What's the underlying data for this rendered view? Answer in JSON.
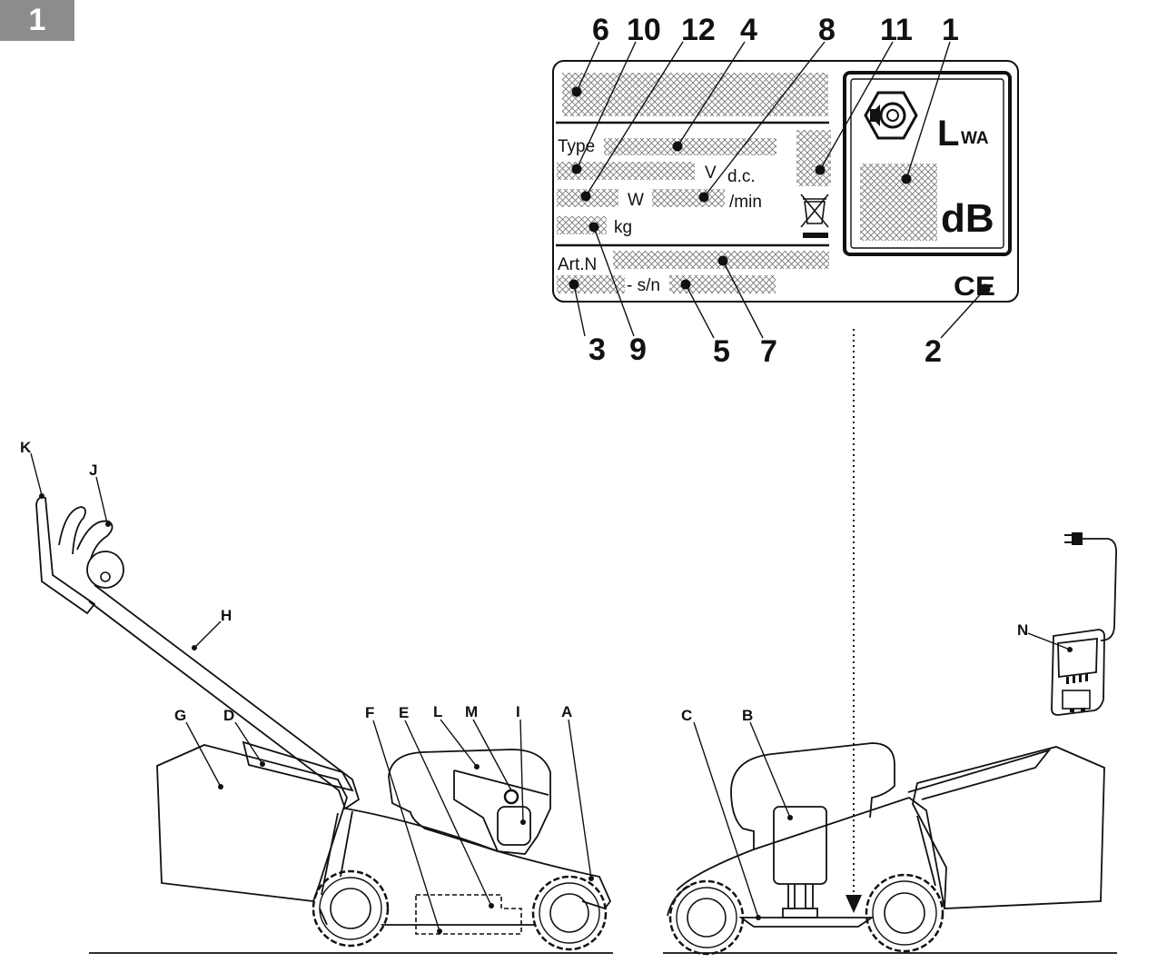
{
  "figure_number": "1",
  "label_plate": {
    "callout_numbers": [
      "6",
      "10",
      "12",
      "4",
      "8",
      "11",
      "1",
      "3",
      "9",
      "5",
      "7",
      "2"
    ],
    "fields": {
      "type": "Type",
      "voltage_unit": "V",
      "voltage_kind": "d.c.",
      "power_unit": "W",
      "speed_unit": "/min",
      "mass_unit": "kg",
      "article": "Art.N",
      "serial": "- s/n"
    },
    "noise_symbol": "L",
    "noise_subscript": "WA",
    "noise_unit": "dB",
    "conformity_mark": "CE"
  },
  "mower_part_letters": [
    "K",
    "J",
    "H",
    "G",
    "D",
    "F",
    "E",
    "L",
    "M",
    "I",
    "A",
    "C",
    "B",
    "N"
  ],
  "icons": [
    "sound-power-icon",
    "weee-bin-icon",
    "ce-mark-icon",
    "charger-plug-icon"
  ]
}
